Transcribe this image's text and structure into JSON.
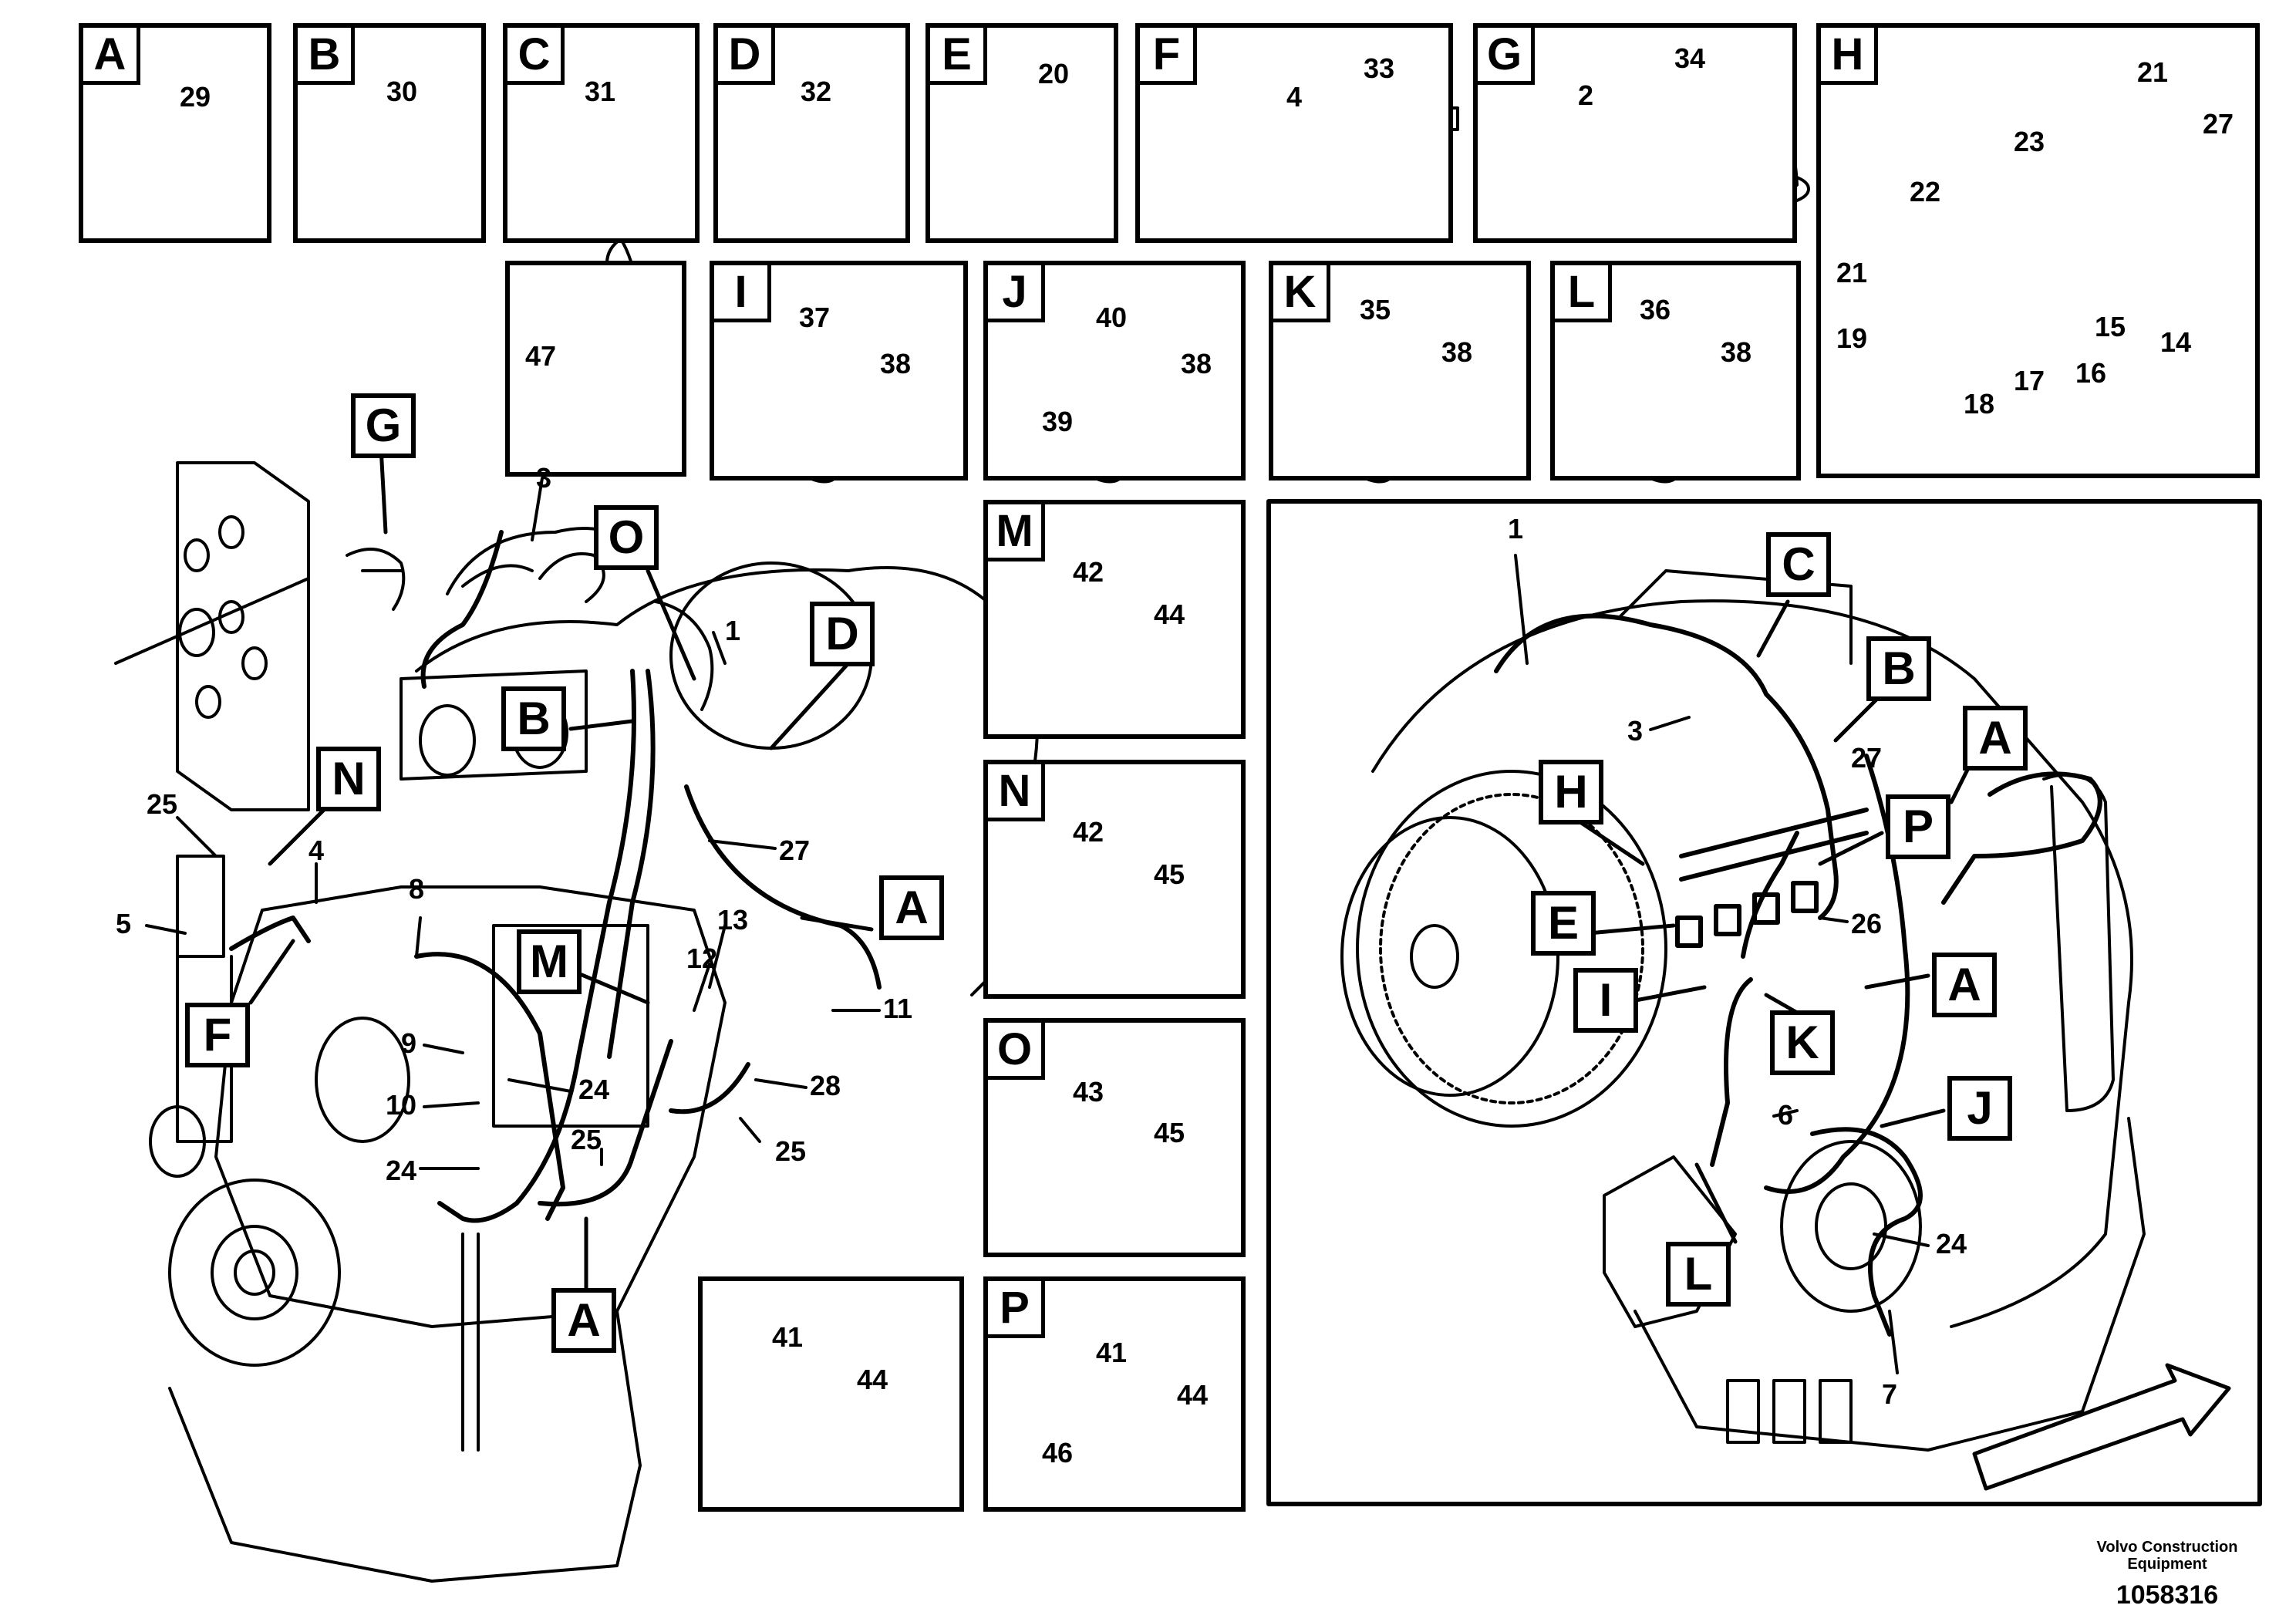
{
  "detail_panels": [
    {
      "letter": "A",
      "parts": [
        "29"
      ]
    },
    {
      "letter": "B",
      "parts": [
        "30"
      ]
    },
    {
      "letter": "C",
      "parts": [
        "31"
      ]
    },
    {
      "letter": "D",
      "parts": [
        "32"
      ]
    },
    {
      "letter": "E",
      "parts": [
        "20"
      ]
    },
    {
      "letter": "F",
      "parts": [
        "4",
        "33"
      ]
    },
    {
      "letter": "G",
      "parts": [
        "2",
        "34"
      ]
    },
    {
      "letter": "H",
      "parts": [
        "21",
        "27",
        "23",
        "22",
        "21",
        "15",
        "14",
        "19",
        "18",
        "17",
        "16"
      ]
    },
    {
      "letter": "",
      "parts": [
        "47"
      ]
    },
    {
      "letter": "I",
      "parts": [
        "37",
        "38"
      ]
    },
    {
      "letter": "J",
      "parts": [
        "40",
        "38",
        "39"
      ]
    },
    {
      "letter": "K",
      "parts": [
        "35",
        "38"
      ]
    },
    {
      "letter": "L",
      "parts": [
        "36",
        "38"
      ]
    },
    {
      "letter": "M",
      "parts": [
        "42",
        "44"
      ]
    },
    {
      "letter": "N",
      "parts": [
        "42",
        "45"
      ]
    },
    {
      "letter": "O",
      "parts": [
        "43",
        "45"
      ]
    },
    {
      "letter": "",
      "parts": [
        "41",
        "44"
      ]
    },
    {
      "letter": "P",
      "parts": [
        "41",
        "44",
        "46"
      ]
    }
  ],
  "left_view": {
    "callouts": [
      "G",
      "O",
      "D",
      "B",
      "N",
      "A",
      "M",
      "F",
      "A"
    ],
    "numbers": [
      "3",
      "1",
      "27",
      "25",
      "4",
      "5",
      "8",
      "13",
      "12",
      "11",
      "9",
      "24",
      "10",
      "28",
      "25",
      "24",
      "25"
    ]
  },
  "right_view": {
    "callouts": [
      "C",
      "B",
      "A",
      "H",
      "P",
      "E",
      "A",
      "I",
      "K",
      "J",
      "L"
    ],
    "numbers": [
      "1",
      "3",
      "27",
      "26",
      "6",
      "24",
      "7"
    ]
  },
  "footer": {
    "company": "Volvo Construction Equipment",
    "company_line1": "Volvo Construction",
    "company_line2": "Equipment",
    "drawing_number": "1058316"
  }
}
